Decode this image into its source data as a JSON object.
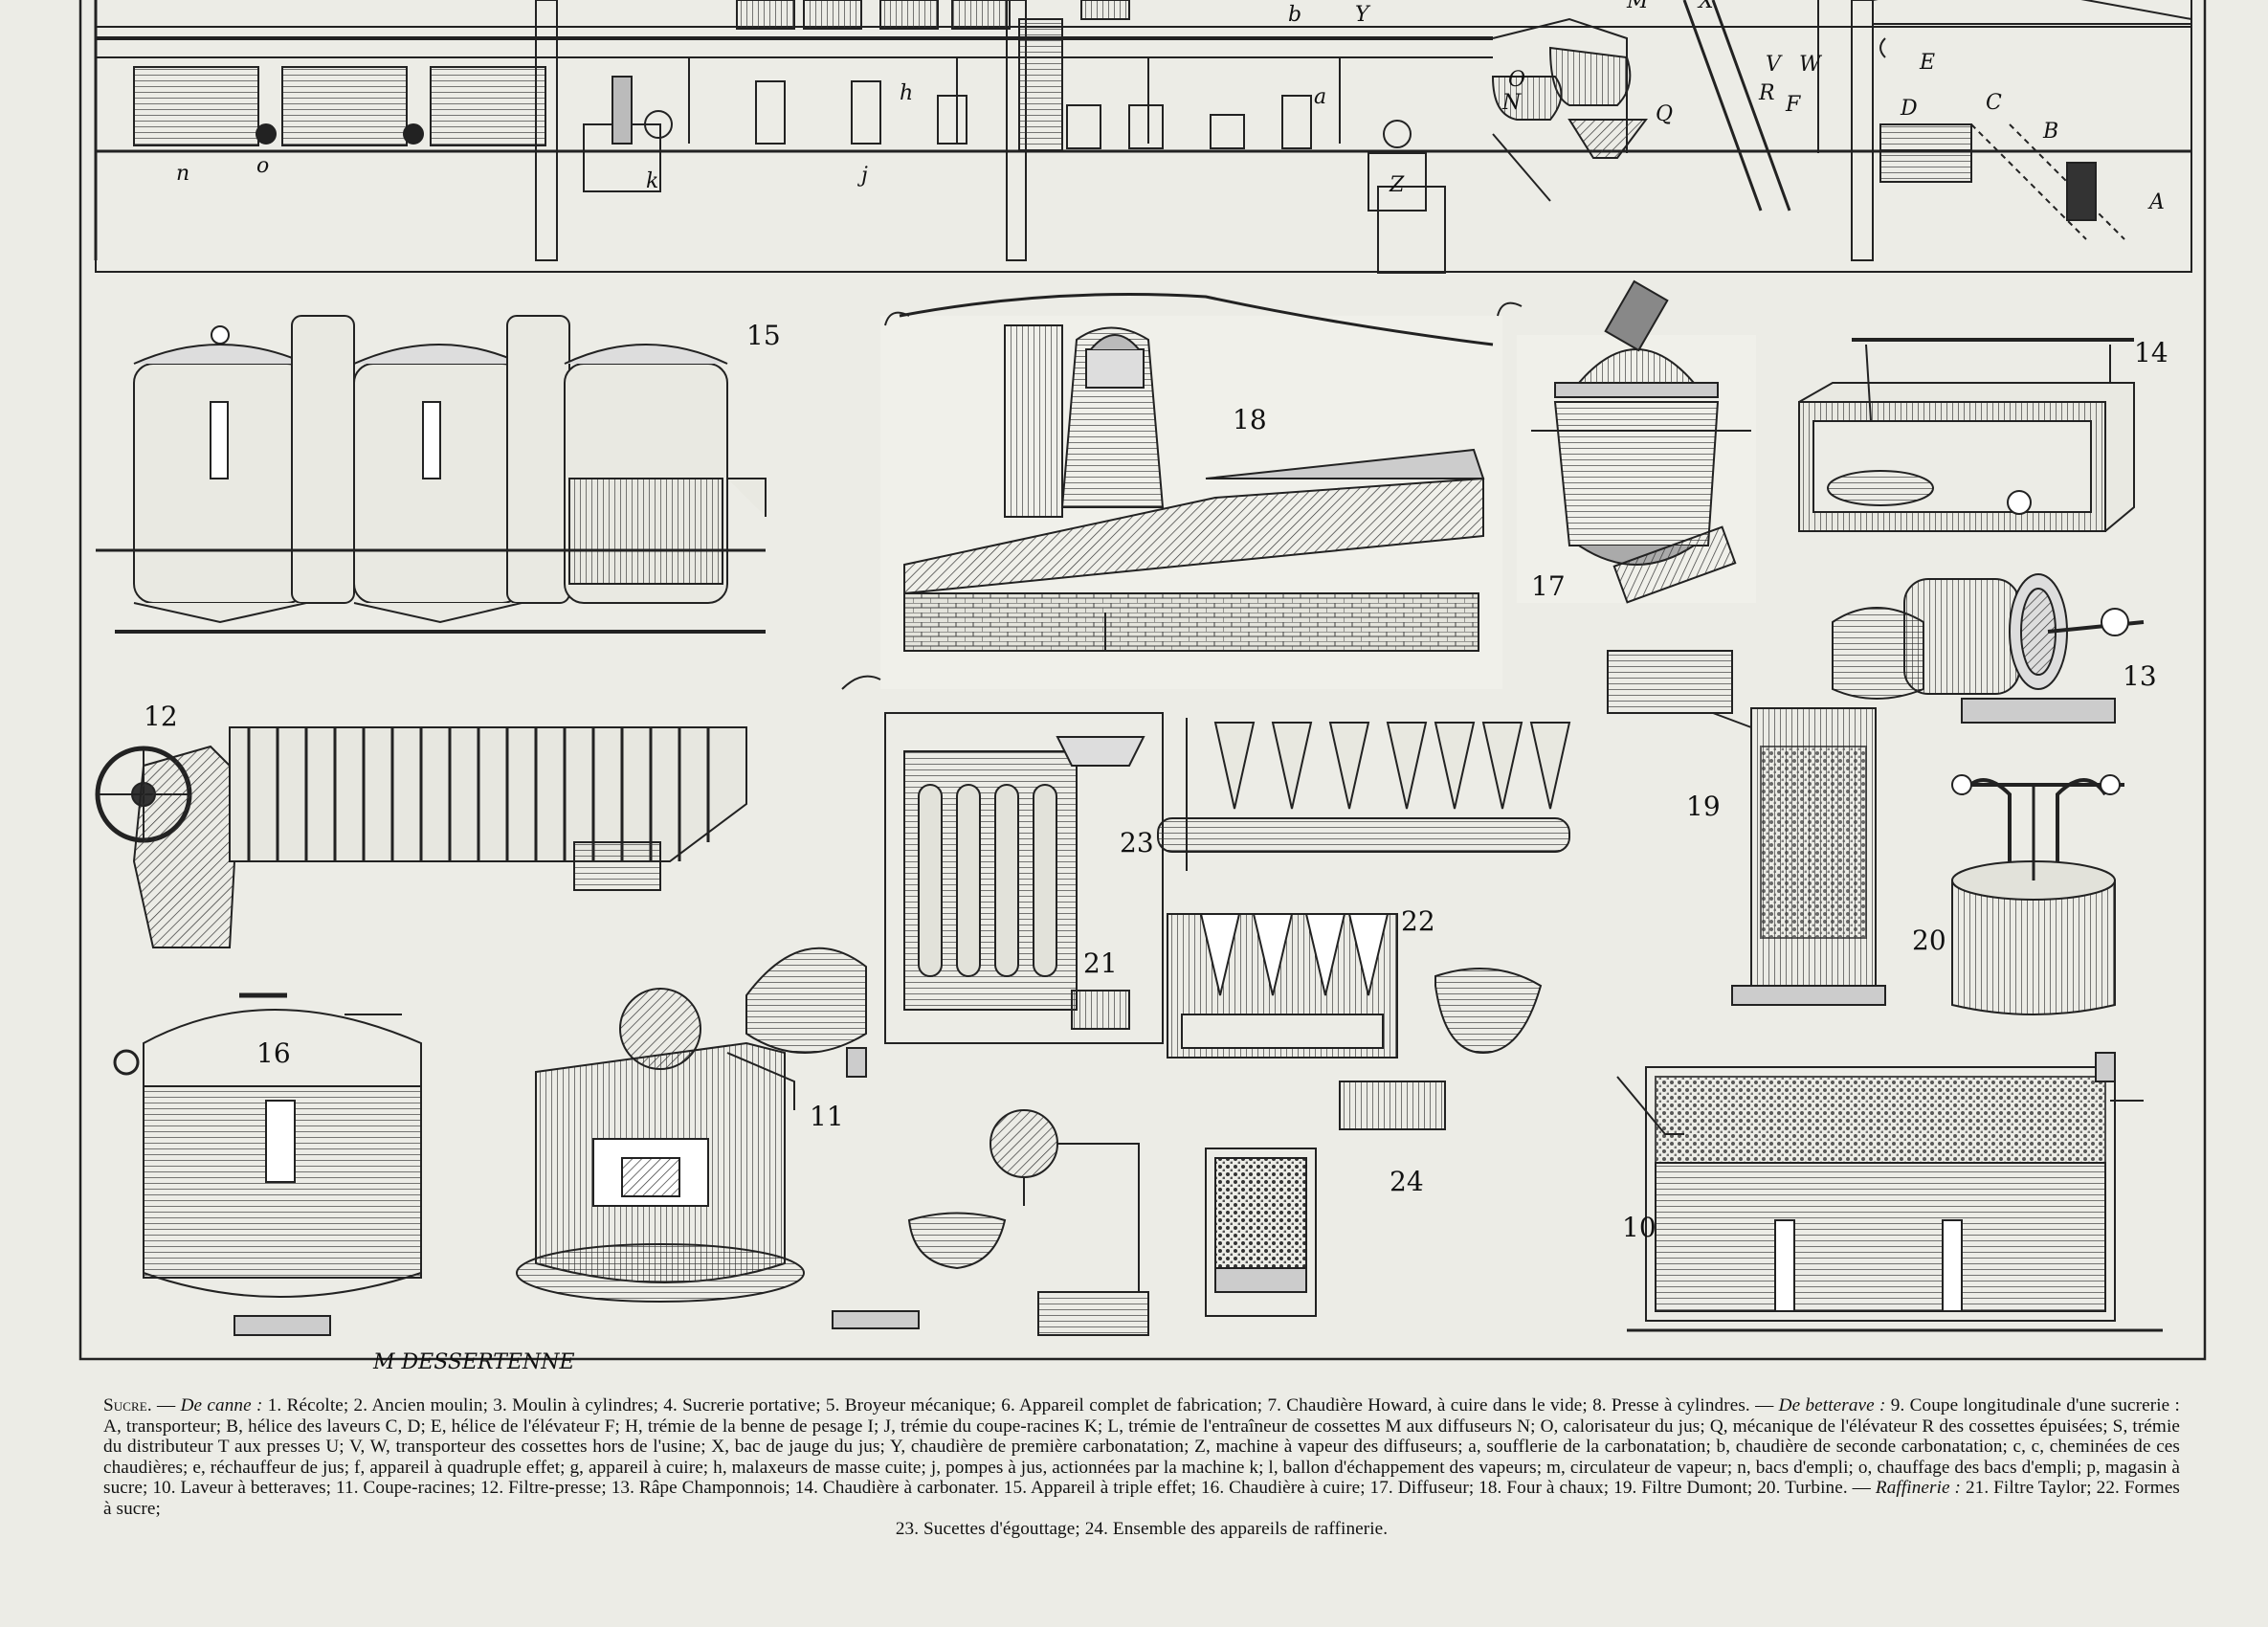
{
  "figure_numbers": {
    "f10": "10",
    "f11": "11",
    "f12": "12",
    "f13": "13",
    "f14": "14",
    "f15": "15",
    "f16": "16",
    "f17": "17",
    "f18": "18",
    "f19": "19",
    "f20": "20",
    "f21": "21",
    "f22": "22",
    "f23": "23",
    "f24": "24"
  },
  "section_letters": {
    "n": "n",
    "o": "o",
    "k": "k",
    "j": "j",
    "h": "h",
    "a": "a",
    "Z": "Z",
    "Y": "Y",
    "b": "b",
    "M": "M",
    "X": "X",
    "O": "O",
    "N": "N",
    "Q": "Q",
    "V": "V",
    "W": "W",
    "R": "R",
    "F": "F",
    "E": "E",
    "D": "D",
    "C": "C",
    "B": "B",
    "A": "A"
  },
  "signature": "M DESSERTENNE",
  "caption": {
    "lead": "Sucre.",
    "cane_label": "De canne :",
    "cane_text": "1. Récolte; 2. Ancien moulin; 3. Moulin à cylindres; 4. Sucrerie portative; 5. Broyeur mécanique; 6. Appareil complet de fabrication; 7. Chaudière Howard, à cuire dans le vide; 8. Presse à cylindres. —",
    "beet_label": "De betterave :",
    "beet_text": "9. Coupe longitudinale d'une sucrerie : A, transporteur; B, hélice des laveurs C, D; E, hélice de l'élévateur F; H, trémie de la benne de pesage I; J, trémie du coupe-racines K; L, trémie de l'entraîneur de cossettes M aux diffuseurs N; O, calorisateur du jus; Q, mécanique de l'élévateur R des cossettes épuisées; S, trémie du distributeur T aux presses U; V, W, transporteur des cossettes hors de l'usine; X, bac de jauge du jus; Y, chaudière de première carbonatation; Z, machine à vapeur des diffuseurs; a, soufflerie de la carbonatation; b, chaudière de seconde carbonatation; c, c, cheminées de ces chaudières; e, réchauffeur de jus; f, appareil à quadruple effet; g, appareil à cuire; h, malaxeurs de masse cuite; j, pompes à jus, actionnées par la machine k; l, ballon d'échappement des vapeurs; m, circulateur de vapeur; n, bacs d'empli; o, chauffage des bacs d'empli; p, magasin à sucre; 10. Laveur à betteraves; 11. Coupe-racines; 12. Filtre-presse; 13. Râpe Champonnois; 14. Chaudière à carbonater. 15. Appareil à triple effet; 16. Chaudière à cuire; 17. Diffuseur; 18. Four à chaux; 19. Filtre Dumont; 20. Turbine. —",
    "refinery_label": "Raffinerie :",
    "refinery_text": "21. Filtre Taylor; 22. Formes à sucre;",
    "last_line": "23. Sucettes d'égouttage; 24. Ensemble des appareils de raffinerie."
  }
}
